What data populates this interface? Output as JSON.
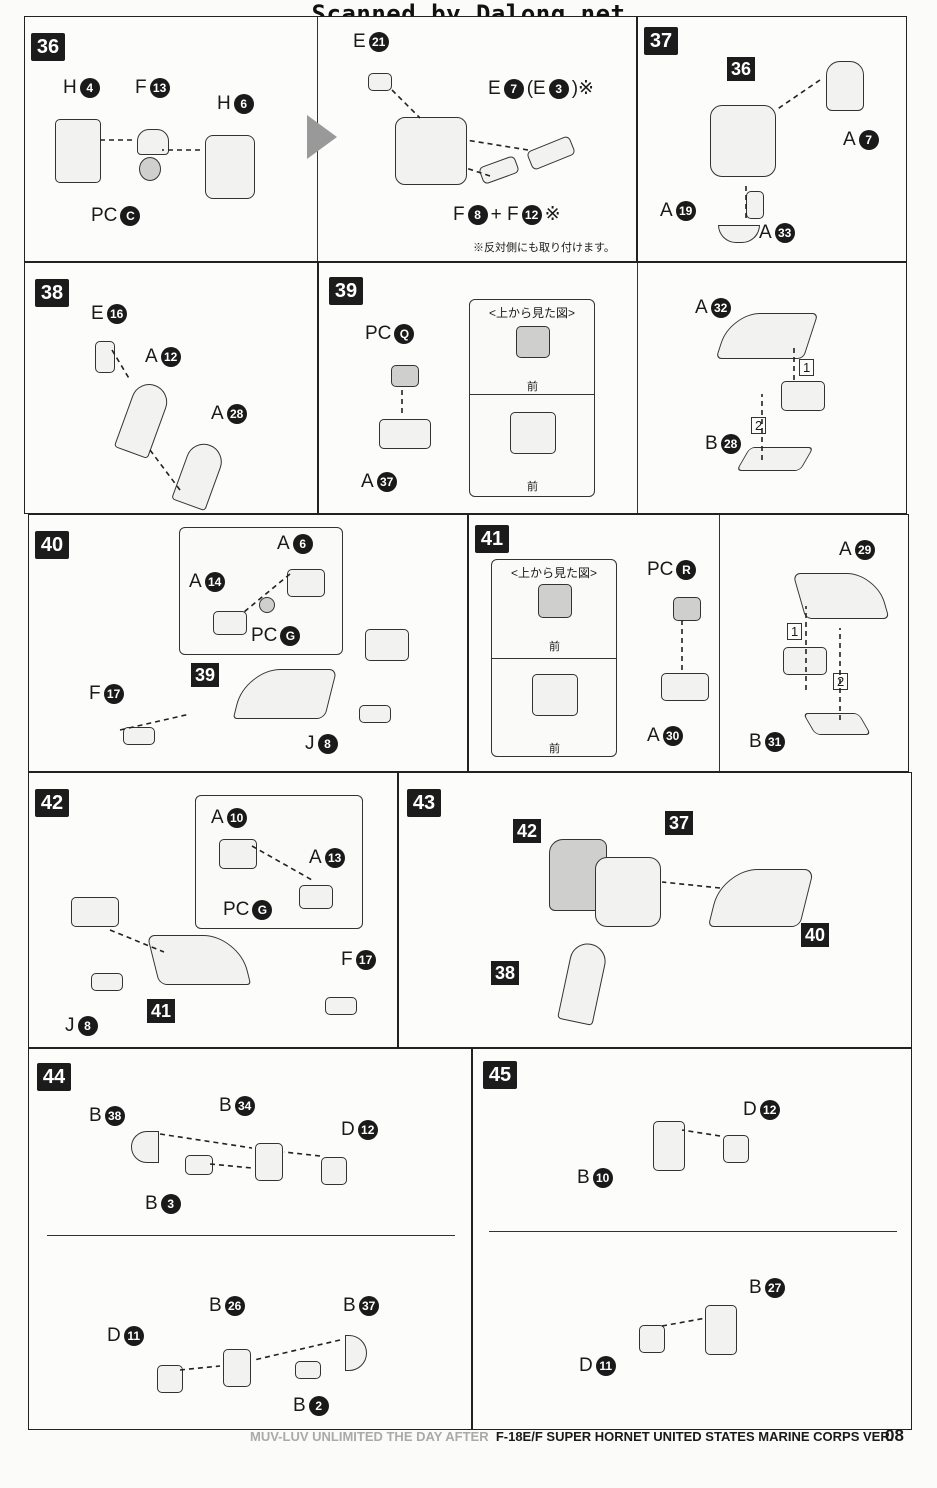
{
  "watermark": "Scanned by Dalong.net",
  "steps": {
    "s36": "36",
    "s37": "37",
    "s38": "38",
    "s39": "39",
    "s40": "40",
    "s41": "41",
    "s42": "42",
    "s43": "43",
    "s44": "44",
    "s45": "45"
  },
  "panel36": {
    "left": [
      {
        "id": "h4",
        "prefix": "H",
        "num": "4"
      },
      {
        "id": "f13",
        "prefix": "F",
        "num": "13"
      },
      {
        "id": "h6",
        "prefix": "H",
        "num": "6"
      },
      {
        "id": "pcc",
        "prefix": "PC",
        "num": "C"
      }
    ],
    "right": [
      {
        "id": "e21",
        "prefix": "E",
        "num": "21"
      },
      {
        "id": "e7",
        "prefix": "E",
        "num": "7"
      },
      {
        "id": "e3",
        "prefix": "(E",
        "num": "3"
      },
      {
        "id": "f8",
        "prefix": "F",
        "num": "8"
      },
      {
        "id": "f12",
        "prefix": "+ F",
        "num": "12"
      }
    ],
    "e7_suffix": ")※",
    "f12_suffix": "※",
    "note": "※反対側にも取り付けます。"
  },
  "panel37": {
    "tag": "36",
    "labels": [
      {
        "prefix": "A",
        "num": "7"
      },
      {
        "prefix": "A",
        "num": "19"
      },
      {
        "prefix": "A",
        "num": "33"
      }
    ]
  },
  "panel38": {
    "labels": [
      {
        "prefix": "E",
        "num": "16"
      },
      {
        "prefix": "A",
        "num": "12"
      },
      {
        "prefix": "A",
        "num": "28"
      }
    ]
  },
  "panel39": {
    "labels": [
      {
        "prefix": "PC",
        "num": "Q"
      },
      {
        "prefix": "A",
        "num": "37"
      },
      {
        "prefix": "A",
        "num": "32"
      },
      {
        "prefix": "B",
        "num": "28"
      }
    ],
    "view_title": "<上から見た図>",
    "front": "前",
    "order": [
      "1",
      "2"
    ]
  },
  "panel40": {
    "labels": [
      {
        "prefix": "A",
        "num": "6"
      },
      {
        "prefix": "A",
        "num": "14"
      },
      {
        "prefix": "PC",
        "num": "G"
      },
      {
        "prefix": "F",
        "num": "17"
      },
      {
        "prefix": "J",
        "num": "8"
      }
    ],
    "tag": "39"
  },
  "panel41": {
    "labels": [
      {
        "prefix": "PC",
        "num": "R"
      },
      {
        "prefix": "A",
        "num": "30"
      },
      {
        "prefix": "A",
        "num": "29"
      },
      {
        "prefix": "B",
        "num": "31"
      }
    ],
    "view_title": "<上から見た図>",
    "front": "前",
    "order": [
      "1",
      "2"
    ]
  },
  "panel42": {
    "labels": [
      {
        "prefix": "A",
        "num": "10"
      },
      {
        "prefix": "A",
        "num": "13"
      },
      {
        "prefix": "PC",
        "num": "G"
      },
      {
        "prefix": "F",
        "num": "17"
      },
      {
        "prefix": "J",
        "num": "8"
      }
    ],
    "tag": "41"
  },
  "panel43": {
    "tags": [
      "42",
      "37",
      "40",
      "38"
    ]
  },
  "panel44": {
    "labels": [
      {
        "prefix": "B",
        "num": "38"
      },
      {
        "prefix": "B",
        "num": "34"
      },
      {
        "prefix": "D",
        "num": "12"
      },
      {
        "prefix": "B",
        "num": "3"
      },
      {
        "prefix": "B",
        "num": "26"
      },
      {
        "prefix": "B",
        "num": "37"
      },
      {
        "prefix": "D",
        "num": "11"
      },
      {
        "prefix": "B",
        "num": "2"
      }
    ]
  },
  "panel45": {
    "labels": [
      {
        "prefix": "D",
        "num": "12"
      },
      {
        "prefix": "B",
        "num": "10"
      },
      {
        "prefix": "B",
        "num": "27"
      },
      {
        "prefix": "D",
        "num": "11"
      }
    ]
  },
  "footer": {
    "series": "MUV-LUV UNLIMITED THE DAY AFTER",
    "model": "F-18E/F SUPER HORNET UNITED STATES MARINE CORPS VER.",
    "page": "08"
  }
}
